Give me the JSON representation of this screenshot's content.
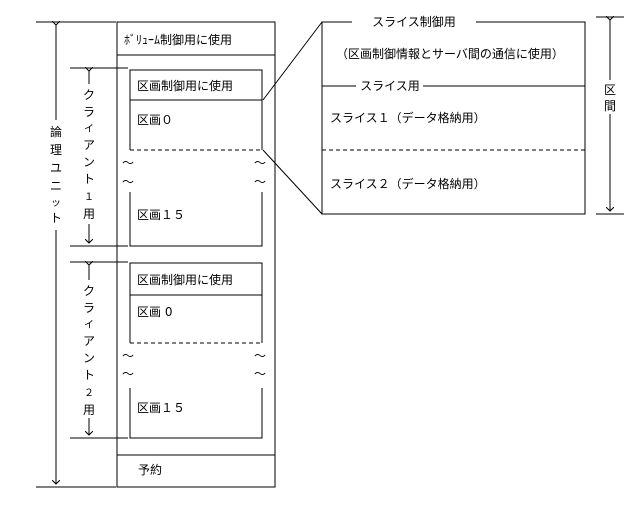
{
  "logical_unit": {
    "label_chars": [
      "論",
      "理",
      "ユ",
      "ニ",
      "ッ",
      "ト"
    ]
  },
  "volume": {
    "header": "ﾎﾞﾘｭｰﾑ制御用に使用",
    "reserved": "予約"
  },
  "clients": [
    {
      "label_chars": [
        "ク",
        "ラ",
        "イ",
        "ア",
        "ン",
        "ト",
        "１",
        "用"
      ],
      "control_label": "区画制御用に使用",
      "first_partition": "区画０",
      "last_partition": "区画１５"
    },
    {
      "label_chars": [
        "ク",
        "ラ",
        "イ",
        "ア",
        "ン",
        "ト",
        "２",
        "用"
      ],
      "control_label": "区画制御用に使用",
      "first_partition": "区画 0",
      "last_partition": "区画１５"
    }
  ],
  "slice_detail": {
    "control_title": "スライス制御用",
    "control_desc": "（区画制御情報とサーバ間の通信に使用）",
    "slice_title": "スライス用",
    "slice1": "スライス１（データ格納用）",
    "slice2": "スライス２（データ格納用）"
  },
  "interval": {
    "label_chars": [
      "区",
      "間"
    ]
  },
  "break_mark": "～"
}
